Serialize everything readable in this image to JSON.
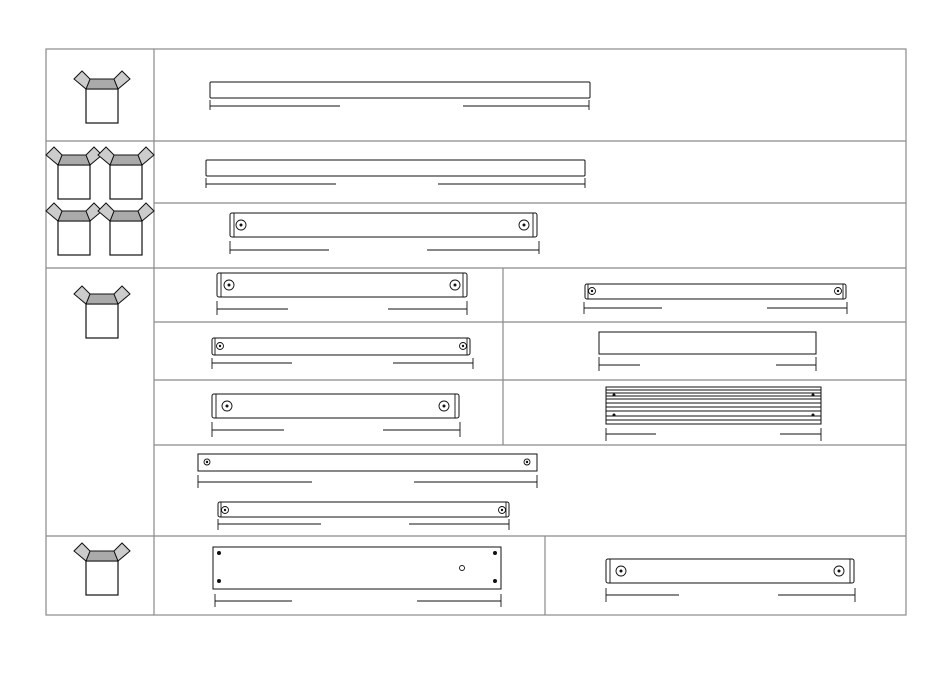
{
  "sheet": {
    "sections": [
      {
        "id": "row-1",
        "box_icons": 1,
        "parts": [
          "plain-bar"
        ]
      },
      {
        "id": "row-2",
        "box_icons": 4,
        "parts": [
          "plain-bar",
          "two-hole-bar"
        ]
      },
      {
        "id": "row-3",
        "box_icons": 1,
        "parts": [
          "two-hole-bar",
          "two-hole-bar-thin",
          "two-hole-bar",
          "flat-plate",
          "two-hole-bar",
          "grooved-panel",
          "two-hole-bar-long",
          "two-hole-bar-thin"
        ]
      },
      {
        "id": "row-4",
        "box_icons": 1,
        "parts": [
          "four-hole-plate",
          "two-hole-bar"
        ]
      }
    ],
    "colors": {
      "grid": "#8a8a8a",
      "ink": "#111111",
      "box_top": "#aaaaaa",
      "box_flap": "#cccccc"
    },
    "icons": [
      "open-box-icon"
    ]
  }
}
